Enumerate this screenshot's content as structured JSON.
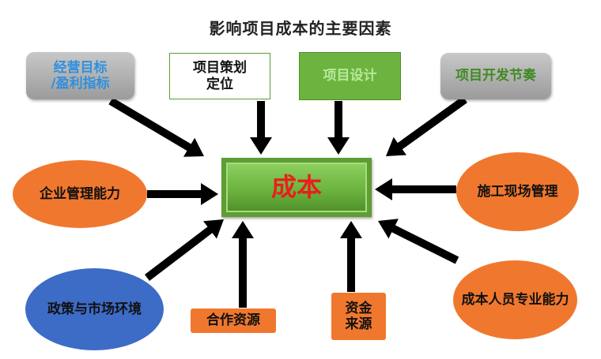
{
  "title": "影响项目成本的主要因素",
  "center": "成本",
  "factors": {
    "business_goals": "经营目标\n/盈利指标",
    "positioning": "项目策划\n定位",
    "design": "项目设计",
    "dev_pace": "项目开发节奏",
    "mgmt_ability": "企业管理能力",
    "site_mgmt": "施工现场管理",
    "policy_market": "政策与市场环境",
    "partners": "合作资源",
    "funding": "资金\n来源",
    "staff_ability": "成本人员专业能力"
  },
  "colors": {
    "center_text": "#e8201c",
    "center_fill": "#6cb43f",
    "gray_box": "#a8a8a8",
    "blue_text": "#2f8fe0",
    "green_text": "#3f8a22",
    "orange": "#f0782e",
    "blue": "#3d6cc7",
    "arrow": "#000000"
  }
}
